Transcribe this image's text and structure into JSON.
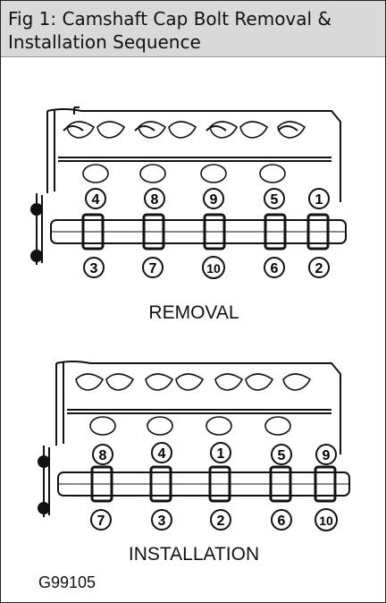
{
  "title": {
    "line1": "Fig 1: Camshaft Cap Bolt Removal &",
    "line2": "Installation Sequence"
  },
  "removal": {
    "caption": "REMOVAL",
    "top_numbers": [
      "4",
      "8",
      "9",
      "5",
      "1"
    ],
    "bottom_numbers": [
      "3",
      "7",
      "10",
      "6",
      "2"
    ]
  },
  "installation": {
    "caption": "INSTALLATION",
    "top_numbers": [
      "8",
      "4",
      "1",
      "5",
      "9"
    ],
    "bottom_numbers": [
      "7",
      "3",
      "2",
      "6",
      "10"
    ]
  },
  "figure_code": "G99105"
}
